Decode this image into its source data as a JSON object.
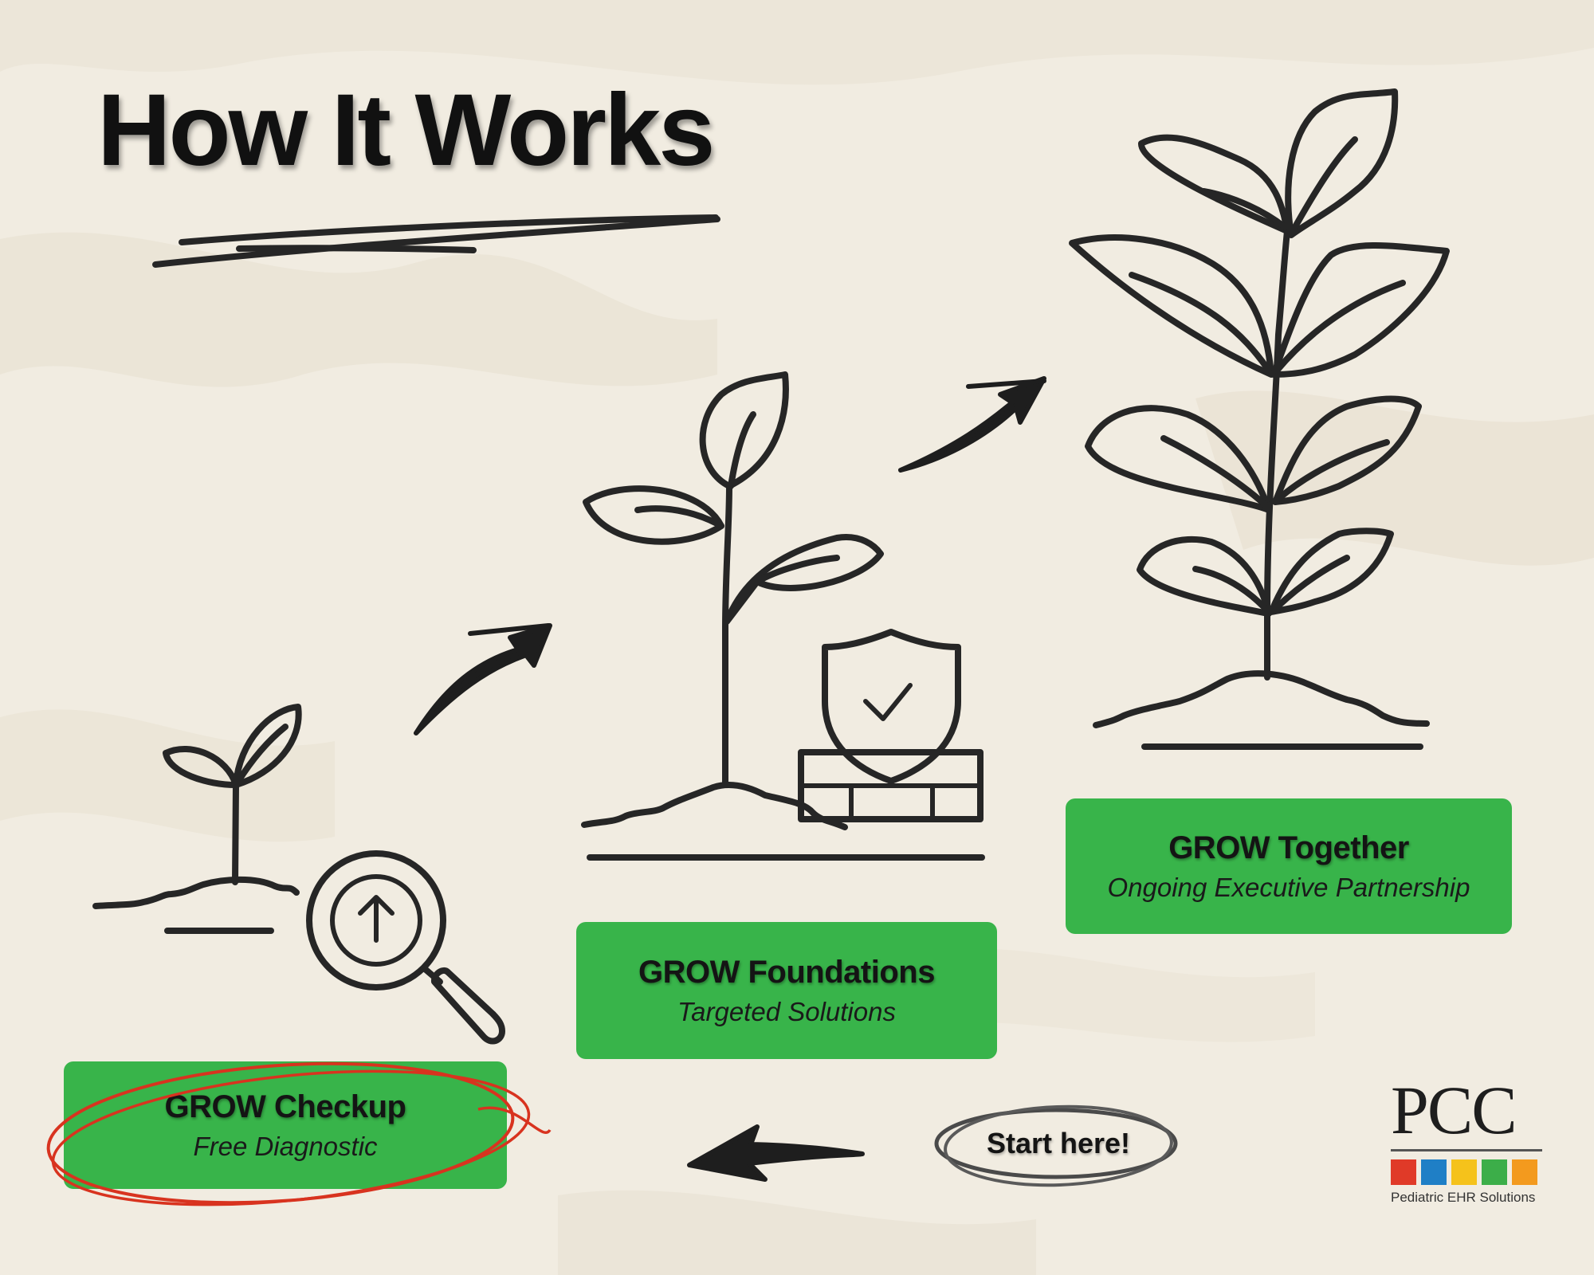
{
  "title": "How It Works",
  "steps": [
    {
      "name": "GROW Checkup",
      "subtitle": "Free Diagnostic"
    },
    {
      "name": "GROW Foundations",
      "subtitle": "Targeted Solutions"
    },
    {
      "name": "GROW Together",
      "subtitle": "Ongoing Executive Partnership"
    }
  ],
  "start_label": "Start here!",
  "logo": {
    "letters": "PCC",
    "tagline": "Pediatric EHR Solutions",
    "square_colors": [
      "#e03a28",
      "#1f7fc6",
      "#f5c21b",
      "#3cae49",
      "#f39a1e"
    ]
  },
  "colors": {
    "background": "#f1ece1",
    "card_green": "#38b44a",
    "ink": "#262626",
    "highlight_red": "#d8331f"
  },
  "icons": [
    "magnifier-arrow-up-icon",
    "shield-check-icon",
    "brick-wall-icon",
    "curved-arrow-icon"
  ]
}
